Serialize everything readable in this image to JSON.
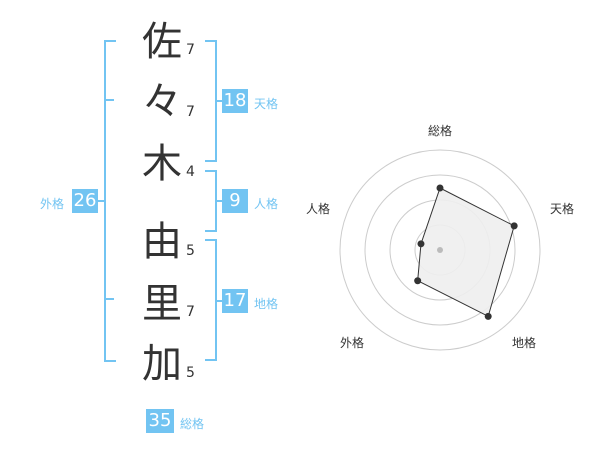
{
  "name_chars": [
    {
      "char": "佐",
      "strokes": "7"
    },
    {
      "char": "々",
      "strokes": "7"
    },
    {
      "char": "木",
      "strokes": "4"
    },
    {
      "char": "由",
      "strokes": "5"
    },
    {
      "char": "里",
      "strokes": "7"
    },
    {
      "char": "加",
      "strokes": "5"
    }
  ],
  "kaku": {
    "tenkaku": {
      "label": "天格",
      "value": "18"
    },
    "jinkaku": {
      "label": "人格",
      "value": "9"
    },
    "chikaku": {
      "label": "地格",
      "value": "17"
    },
    "gaikaku": {
      "label": "外格",
      "value": "26"
    },
    "soukaku": {
      "label": "総格",
      "value": "35"
    }
  },
  "radar": {
    "axes": [
      "総格",
      "天格",
      "地格",
      "外格",
      "人格"
    ],
    "values": [
      0.62,
      0.78,
      0.82,
      0.38,
      0.2
    ],
    "colors": {
      "fill": "#eeeeee",
      "stroke": "#333333",
      "ring": "#cccccc",
      "center": "#bbbbbb",
      "point": "#333333"
    }
  }
}
